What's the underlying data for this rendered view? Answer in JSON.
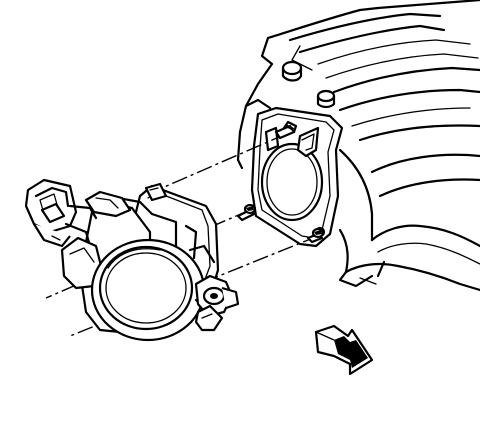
{
  "diagram": {
    "parts": [
      "intake-manifold",
      "manifold-gasket-flange",
      "throttle-body",
      "throttle-body-bolts",
      "throttle-position-sensor-connector",
      "throttle-bore",
      "direction-arrow"
    ],
    "bolt_count": 3,
    "alignment_lines": 3,
    "colors": {
      "ink": "#000000",
      "paper": "#ffffff"
    }
  }
}
